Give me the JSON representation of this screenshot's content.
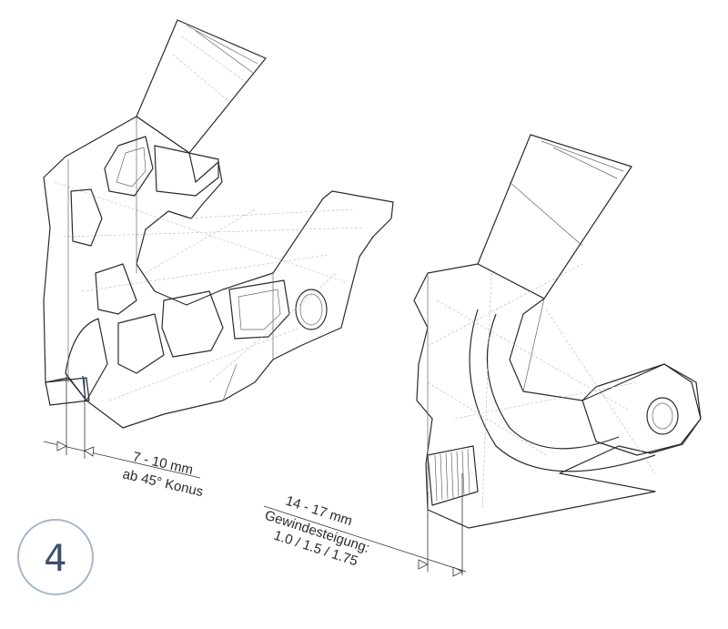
{
  "step": {
    "number": "4"
  },
  "left_dimension": {
    "value": "7 - 10 mm",
    "note": "ab 45° Konus"
  },
  "right_dimension": {
    "value": "14 - 17 mm",
    "label": "Gewindesteigung:",
    "pitches": "1.0 / 1.5 / 1.75"
  }
}
